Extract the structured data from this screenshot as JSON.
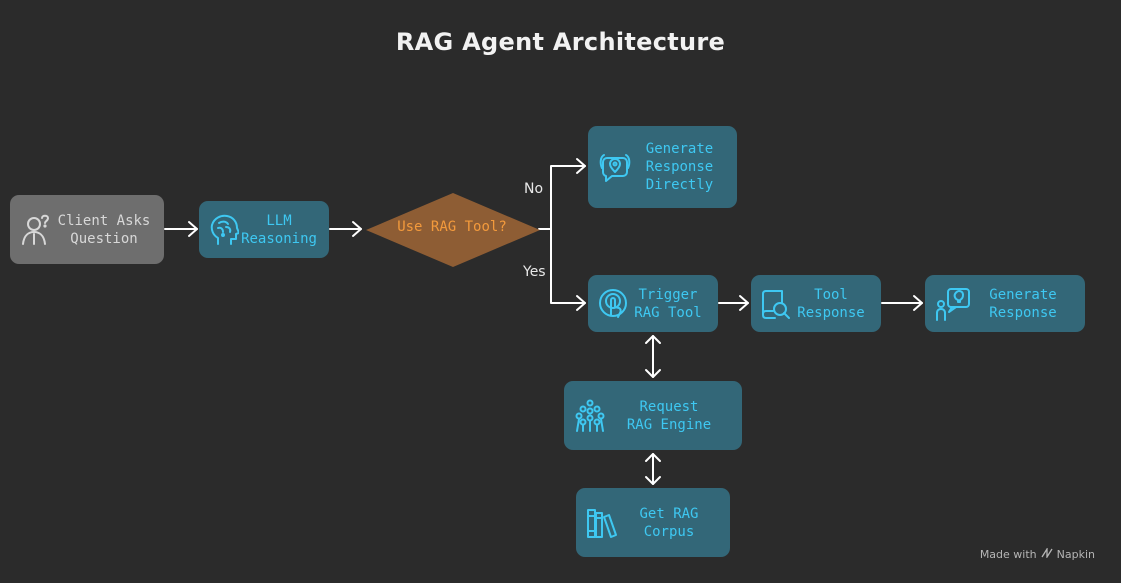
{
  "title": "RAG Agent Architecture",
  "nodes": {
    "client": {
      "label": "Client Asks\nQuestion",
      "icon": "person-question-icon"
    },
    "llm": {
      "label": "LLM\nReasoning",
      "icon": "brain-head-icon"
    },
    "decision": {
      "label": "Use RAG Tool?"
    },
    "direct": {
      "label": "Generate\nResponse\nDirectly",
      "icon": "speech-location-icon"
    },
    "trigger": {
      "label": "Trigger\nRAG Tool",
      "icon": "pointer-tap-icon"
    },
    "tool_response": {
      "label": "Tool\nResponse",
      "icon": "book-search-icon"
    },
    "generate": {
      "label": "Generate\nResponse",
      "icon": "person-idea-icon"
    },
    "request": {
      "label": "Request\nRAG Engine",
      "icon": "atomium-icon"
    },
    "corpus": {
      "label": "Get RAG\nCorpus",
      "icon": "books-icon"
    }
  },
  "edge_labels": {
    "no": "No",
    "yes": "Yes"
  },
  "colors": {
    "background": "#2b2b2b",
    "node": "#336778",
    "node_text": "#3ec8f2",
    "client_node": "#6e6e6e",
    "decision": "#8e5d34",
    "decision_text": "#f39a3c",
    "edge": "#ffffff"
  },
  "watermark": {
    "prefix": "Made with",
    "brand": "Napkin"
  }
}
